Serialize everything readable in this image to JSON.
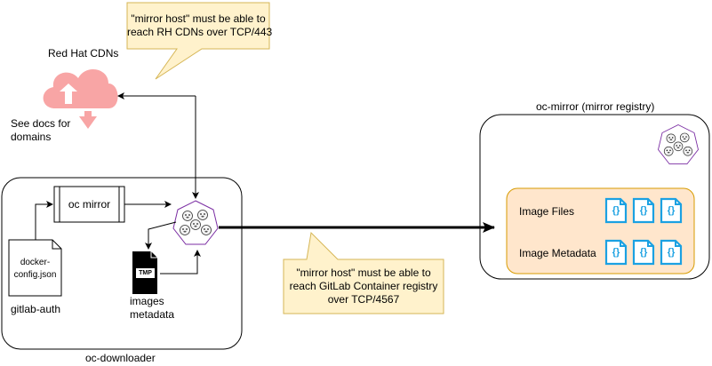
{
  "callout_top": {
    "line1": "\"mirror host\" must be able to",
    "line2": "reach RH CDNs over TCP/443"
  },
  "callout_bottom": {
    "line1": "\"mirror host\" must be able to",
    "line2": "reach GitLab Container registry",
    "line3": "over TCP/4567"
  },
  "cdn": {
    "title": "Red Hat CDNs",
    "note_line1": "See docs for",
    "note_line2": "domains"
  },
  "downloader": {
    "label": "oc-downloader",
    "process_label": "oc mirror",
    "secret_file_line1": "docker-",
    "secret_file_line2": "config.json",
    "secret_label": "gitlab-auth",
    "tmp_icon_text": "TMP",
    "tmp_label_line1": "images",
    "tmp_label_line2": "metadata"
  },
  "registry": {
    "label": "oc-mirror (mirror registry)",
    "image_files": "Image Files",
    "image_metadata": "Image Metadata",
    "json_glyph": "{}"
  },
  "colors": {
    "callout_fill": "#fff2cc",
    "callout_stroke": "#d6b656",
    "storage_fill": "#ffe6cc",
    "storage_stroke": "#d79b00",
    "json_icon": "#1ba1e2",
    "cloud": "#f8a5a5",
    "registry_icon": "#7b2ea3"
  }
}
